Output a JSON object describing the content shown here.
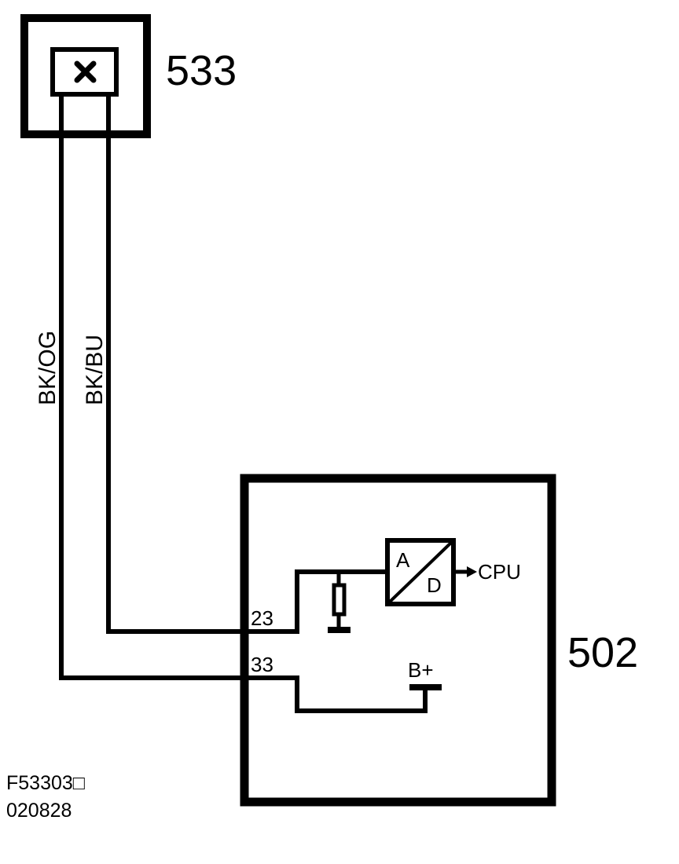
{
  "components": {
    "sensor": {
      "id": "533"
    },
    "control_unit": {
      "id": "502"
    },
    "converter": {
      "input_label": "A",
      "output_label": "D",
      "output_target": "CPU"
    }
  },
  "wires": [
    {
      "color": "BK/OG"
    },
    {
      "color": "BK/BU"
    }
  ],
  "pins": {
    "signal": "23",
    "supply": "33"
  },
  "supply_label": "B+",
  "footer": {
    "code": "F53303□",
    "date": "020828"
  },
  "colors": {
    "line": "#000000",
    "background": "#ffffff"
  }
}
